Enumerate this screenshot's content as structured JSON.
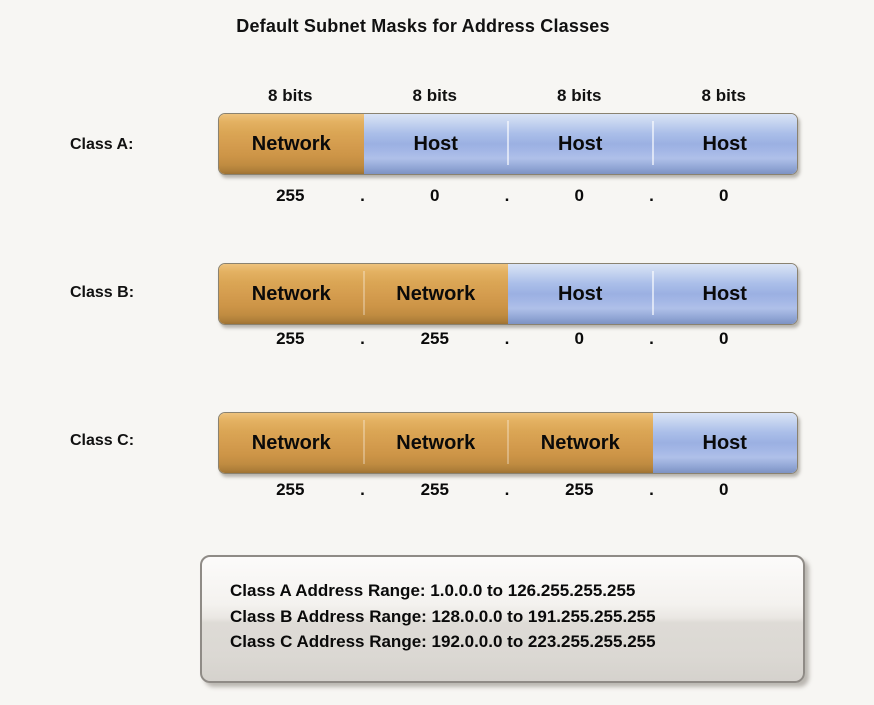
{
  "title": "Default Subnet Masks for Address Classes",
  "bit_labels": [
    "8 bits",
    "8 bits",
    "8 bits",
    "8 bits"
  ],
  "dot": ".",
  "colors": {
    "network_orange": "#d49c4e",
    "host_blue": "#9bb0e2",
    "background": "#f7f6f3"
  },
  "rows": [
    {
      "label": "Class A:",
      "octets": [
        {
          "type": "network",
          "text": "Network"
        },
        {
          "type": "host",
          "text": "Host"
        },
        {
          "type": "host",
          "text": "Host"
        },
        {
          "type": "host",
          "text": "Host"
        }
      ],
      "values": [
        "255",
        "0",
        "0",
        "0"
      ]
    },
    {
      "label": "Class B:",
      "octets": [
        {
          "type": "network",
          "text": "Network"
        },
        {
          "type": "network",
          "text": "Network"
        },
        {
          "type": "host",
          "text": "Host"
        },
        {
          "type": "host",
          "text": "Host"
        }
      ],
      "values": [
        "255",
        "255",
        "0",
        "0"
      ]
    },
    {
      "label": "Class C:",
      "octets": [
        {
          "type": "network",
          "text": "Network"
        },
        {
          "type": "network",
          "text": "Network"
        },
        {
          "type": "network",
          "text": "Network"
        },
        {
          "type": "host",
          "text": "Host"
        }
      ],
      "values": [
        "255",
        "255",
        "255",
        "0"
      ]
    }
  ],
  "ranges": [
    "Class A Address Range: 1.0.0.0 to 126.255.255.255",
    "Class B Address Range: 128.0.0.0 to 191.255.255.255",
    "Class C Address Range: 192.0.0.0 to 223.255.255.255"
  ]
}
